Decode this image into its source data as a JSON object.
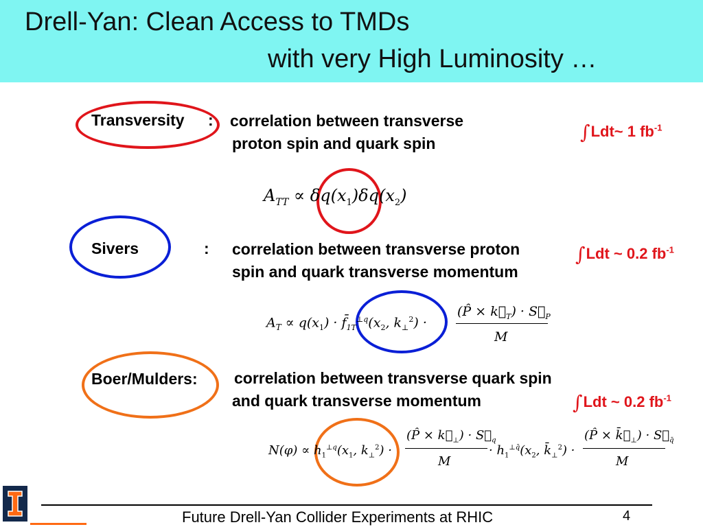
{
  "title": {
    "line1": "Drell-Yan: Clean Access to TMDs",
    "line2": "with very High Luminosity …"
  },
  "sections": [
    {
      "name": "Transversity",
      "colon": ":",
      "desc_line1": "correlation between transverse",
      "desc_line2": "proton spin and quark spin",
      "lumi": {
        "text": "Ldt~ 1 fb",
        "exp": "-1"
      },
      "ellipse_color": "#e0151b"
    },
    {
      "name": "Sivers",
      "colon": ":",
      "desc_line1": "correlation between transverse proton",
      "desc_line2": "spin and quark transverse momentum",
      "lumi": {
        "text": "Ldt ~ 0.2 fb",
        "exp": "-1"
      },
      "ellipse_color": "#0a1fd6"
    },
    {
      "name": "Boer/Mulders:",
      "desc_line1": "correlation  between transverse quark spin",
      "desc_line2": "and quark transverse momentum",
      "lumi": {
        "text": "Ldt ~ 0.2 fb",
        "exp": "-1"
      },
      "ellipse_color": "#f07018"
    }
  ],
  "footer": {
    "text": "Future Drell-Yan Collider Experiments at RHIC",
    "page": "4"
  },
  "colors": {
    "title_bg": "#7ff5f2",
    "lumi_text": "#e0151b"
  }
}
